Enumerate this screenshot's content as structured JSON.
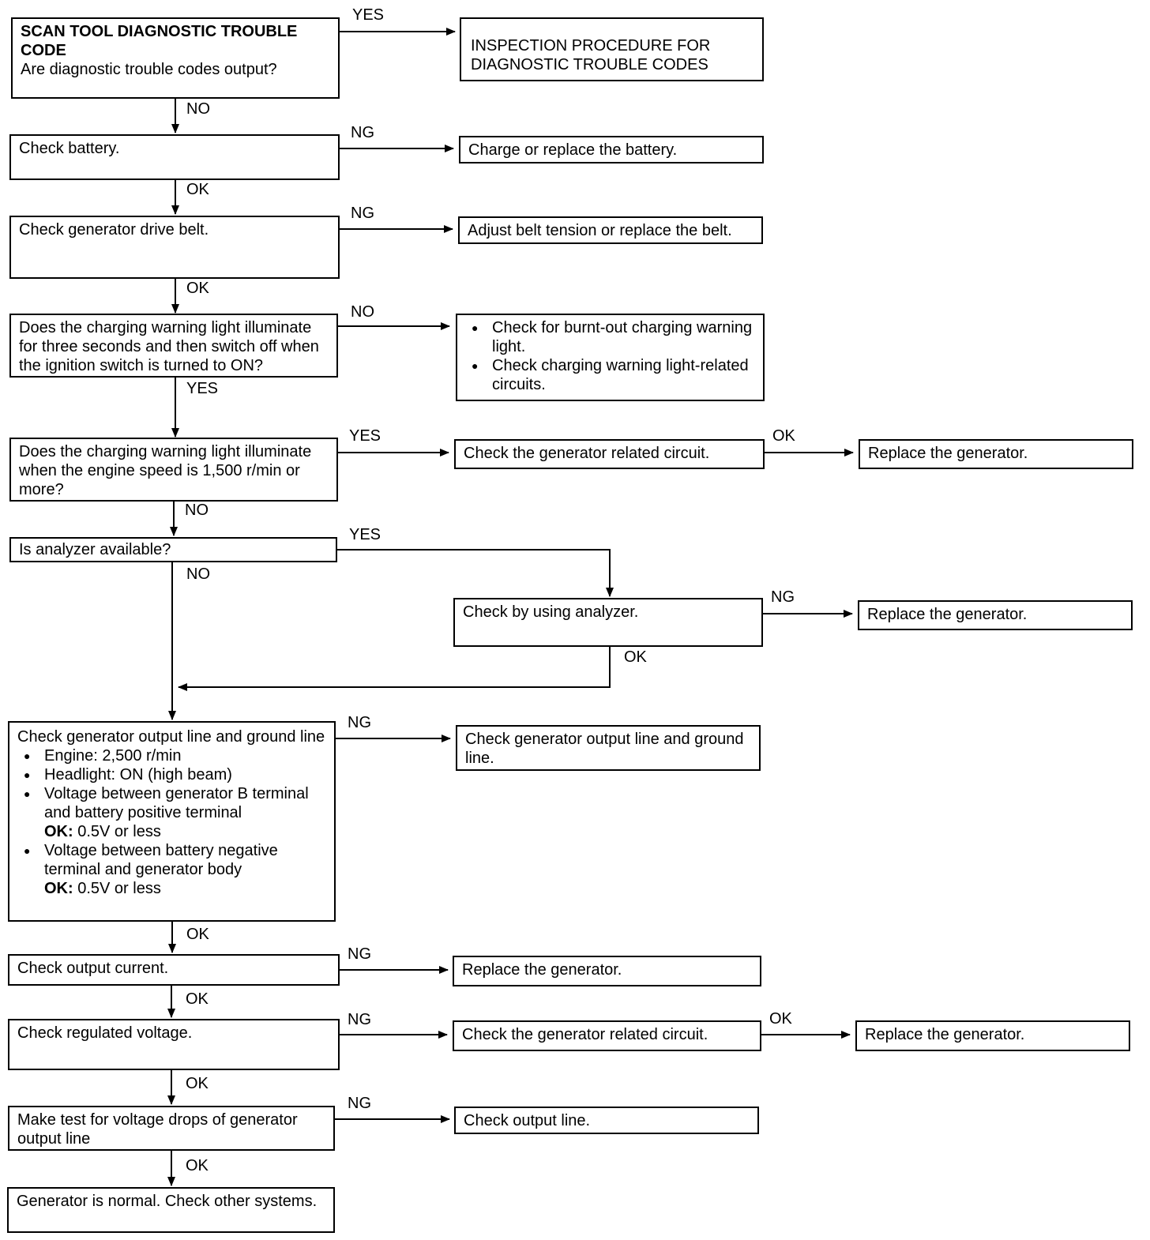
{
  "start": {
    "title": "SCAN TOOL DIAGNOSTIC TROUBLE CODE",
    "question": "Are diagnostic trouble codes output?"
  },
  "inspection": "INSPECTION PROCEDURE FOR DIAGNOSTIC TROUBLE CODES",
  "battery": {
    "step": "Check battery.",
    "action": "Charge or replace the battery."
  },
  "belt": {
    "step": "Check generator drive belt.",
    "action": "Adjust belt tension or replace the belt."
  },
  "warn_light": {
    "question": "Does the charging warning light illuminate for three seconds and then switch off when the ignition switch is turned to ON?",
    "actions": [
      "Check for burnt-out charging warning light.",
      "Check charging warning light-related circuits."
    ]
  },
  "speed": {
    "question": "Does the charging warning light illuminate when the engine speed is 1,500 r/min or more?",
    "action": "Check the generator related circuit.",
    "final": "Replace the generator."
  },
  "analyzer": {
    "question": "Is analyzer available?",
    "step": "Check by using analyzer.",
    "final": "Replace the generator."
  },
  "output_line": {
    "title": "Check generator output line and ground line",
    "bullets": [
      "Engine: 2,500 r/min",
      "Headlight: ON (high beam)",
      "Voltage between generator B terminal and battery positive terminal",
      "Voltage between battery negative terminal and generator body"
    ],
    "ok_label": "OK:",
    "ok_value": "0.5V or less",
    "action": "Check generator output line and ground line."
  },
  "current": {
    "step": "Check output current.",
    "action": "Replace the generator."
  },
  "regulated": {
    "step": "Check regulated voltage.",
    "action": "Check the generator related circuit.",
    "final": "Replace the generator."
  },
  "drop": {
    "step": "Make test for voltage drops of generator output line",
    "action": "Check output line."
  },
  "end": "Generator is normal. Check other systems.",
  "labels": {
    "yes": "YES",
    "no": "NO",
    "ok": "OK",
    "ng": "NG"
  }
}
